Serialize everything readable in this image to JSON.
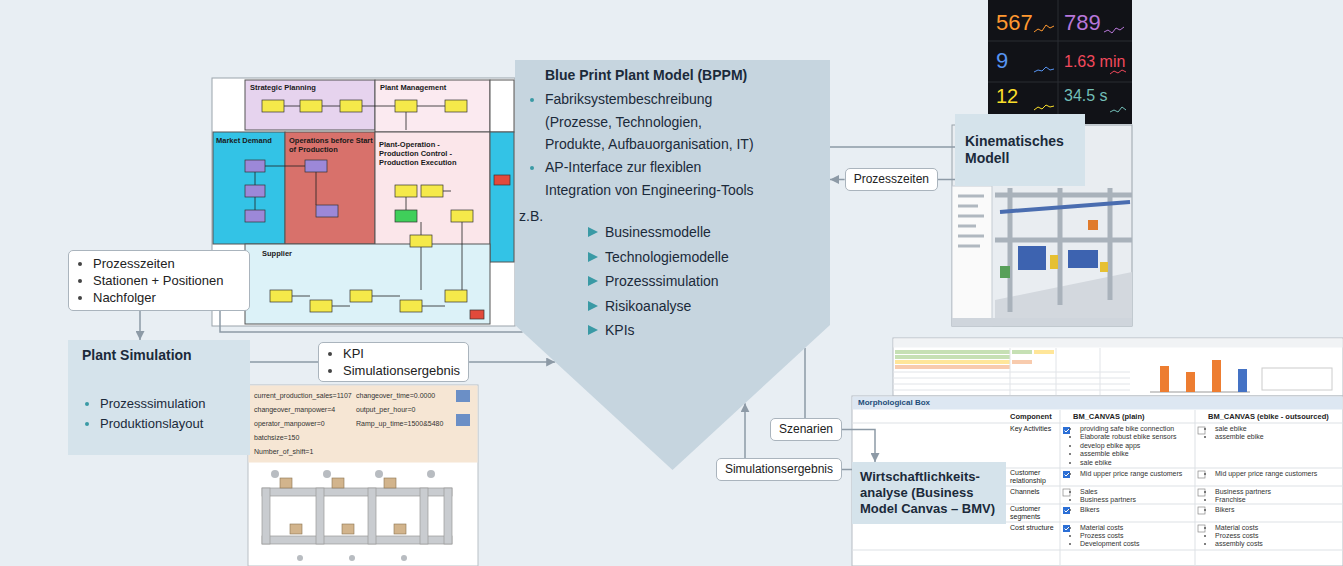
{
  "diagram": {
    "nodes": [
      {
        "text": [
          "Blue Print Plant Model (BPPM)",
          "Fabriksystembeschreibung (Prozesse, Technologien, Produkte, Aufbauorganisation, IT)",
          "AP-Interface zur flexiblen Integration von Engineering-Tools",
          "z.B.",
          "Businessmodelle",
          "Technologiemodelle",
          "Prozesssimulation",
          "Risikoanalyse",
          "KPIs"
        ]
      },
      {
        "text": [
          "Kinematisches Modell"
        ]
      },
      {
        "text": [
          "Prozesszeiten"
        ]
      },
      {
        "text": [
          "Plant Simulation",
          "Prozesssimulation",
          "Produktionslayout"
        ]
      },
      {
        "text": [
          "Prozesszeiten",
          "Stationen + Positionen",
          "Nachfolger"
        ]
      },
      {
        "text": [
          "KPI",
          "Simulationsergebnis"
        ]
      },
      {
        "text": [
          "Wirtschaftlichkeits- analyse (Business Model Canvas – BMV)"
        ]
      },
      {
        "text": [
          "Szenarien"
        ]
      },
      {
        "text": [
          "Simulationsergebnis"
        ]
      }
    ],
    "edges": [
      {
        "from": 0,
        "to": 1,
        "arrow": "none"
      },
      {
        "from": 1,
        "to": 2,
        "arrow": "none"
      },
      {
        "from": 2,
        "to": 0,
        "arrow": "to"
      },
      {
        "from": 0,
        "to": 4,
        "arrow": "none"
      },
      {
        "from": 4,
        "to": 3,
        "arrow": "to"
      },
      {
        "from": 3,
        "to": 5,
        "arrow": "none"
      },
      {
        "from": 5,
        "to": 0,
        "arrow": "to"
      },
      {
        "from": 0,
        "to": 7,
        "arrow": "none"
      },
      {
        "from": 7,
        "to": 6,
        "arrow": "to"
      },
      {
        "from": 6,
        "to": 8,
        "arrow": "none"
      },
      {
        "from": 8,
        "to": 0,
        "arrow": "to"
      }
    ],
    "labels": [
      "Strategic Planning",
      "Plant Management",
      "Market Demand",
      "Operations before Start of Production",
      "Plant-Operation - Production Control - Production Execution",
      "Supplier",
      "567",
      "789",
      "9",
      "1.63 min",
      "12",
      "34.5 s",
      "current_production_sales=1107",
      "changeover_time=0.0000",
      "changeover_manpower=4",
      "output_per_hour=0",
      "operator_manpower=0",
      "Ramp_up_time=1500&5480",
      "batchsize=150",
      "Number_of_shift=1",
      "Morphological Box",
      "Component",
      "BM_CANVAS (plain)",
      "BM_CANVAS (ebike - outsourced)",
      "Key Activities",
      "providing safe bike connection",
      "Elaborate robust ebike sensors",
      "develop ebike apps",
      "assemble ebike",
      "sale ebike",
      "sale ebike",
      "assemble ebike",
      "Customer relationship",
      "Mid upper price range customers",
      "Mid upper price range customers",
      "Channels",
      "Sales",
      "Business partners",
      "Business partners",
      "Franchise",
      "Customer segments",
      "Bikers",
      "Bikers",
      "Cost structure",
      "Material costs",
      "Prozess costs",
      "Development costs",
      "Material costs",
      "Prozess costs",
      "assembly costs"
    ]
  }
}
